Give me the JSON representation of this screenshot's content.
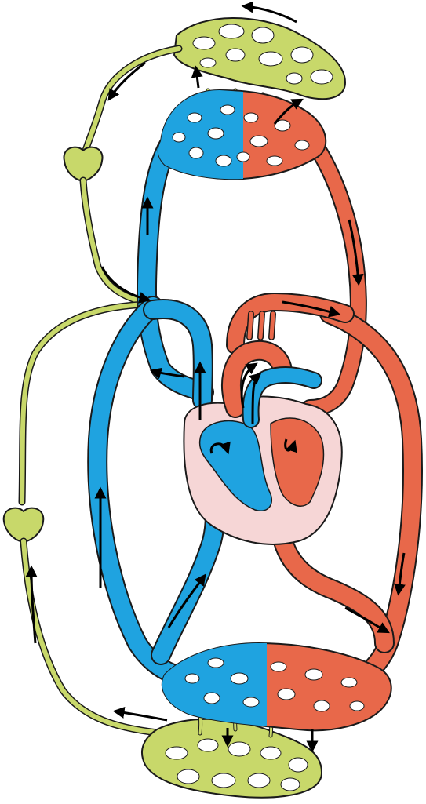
{
  "diagram": {
    "type": "circulatory-system-illustration",
    "colors": {
      "oxygenated": "#E8684A",
      "oxygenated_dark": "#C94A2E",
      "deoxygenated": "#1FA3E0",
      "deoxygenated_dark": "#137DB3",
      "lymph": "#C8D86A",
      "lymph_dark": "#9DB03A",
      "heart_wall": "#F6D6D6",
      "outline": "#1a1a1a",
      "arrow": "#000000"
    },
    "parts": [
      "upper-capillary-bed",
      "lower-capillary-bed",
      "upper-lymph-network",
      "lower-lymph-network",
      "lymph-node-upper",
      "lymph-node-lower",
      "heart",
      "vena-cava-superior",
      "vena-cava-inferior",
      "aorta",
      "pulmonary-artery",
      "pulmonary-veins"
    ]
  }
}
